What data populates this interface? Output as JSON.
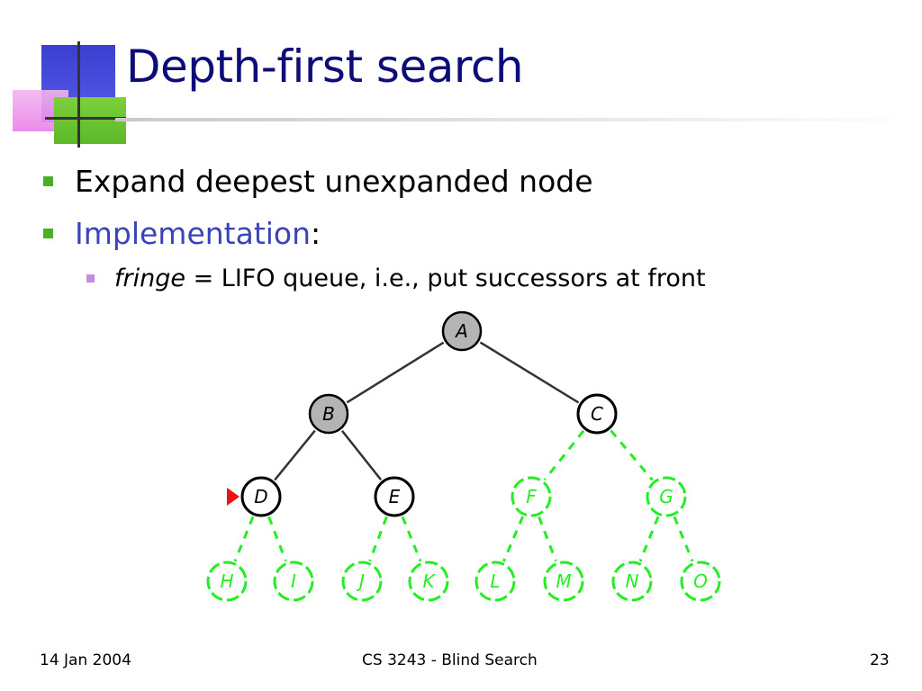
{
  "slide": {
    "title": "Depth-first search",
    "bullets": [
      {
        "text": "Expand deepest unexpanded node"
      },
      {
        "accent": "Implementation",
        "suffix": ":"
      }
    ],
    "sub_bullet": {
      "italic": "fringe",
      "rest": " = LIFO queue, i.e., put successors at front"
    }
  },
  "tree": {
    "nodes": [
      {
        "id": "A",
        "state": "expanded"
      },
      {
        "id": "B",
        "state": "expanded"
      },
      {
        "id": "C",
        "state": "fringe"
      },
      {
        "id": "D",
        "state": "fringe",
        "current": true
      },
      {
        "id": "E",
        "state": "fringe"
      },
      {
        "id": "F",
        "state": "unseen"
      },
      {
        "id": "G",
        "state": "unseen"
      },
      {
        "id": "H",
        "state": "unseen"
      },
      {
        "id": "I",
        "state": "unseen"
      },
      {
        "id": "J",
        "state": "unseen"
      },
      {
        "id": "K",
        "state": "unseen"
      },
      {
        "id": "L",
        "state": "unseen"
      },
      {
        "id": "M",
        "state": "unseen"
      },
      {
        "id": "N",
        "state": "unseen"
      },
      {
        "id": "O",
        "state": "unseen"
      }
    ],
    "edges": [
      {
        "from": "A",
        "to": "B",
        "style": "solid"
      },
      {
        "from": "A",
        "to": "C",
        "style": "solid"
      },
      {
        "from": "B",
        "to": "D",
        "style": "solid"
      },
      {
        "from": "B",
        "to": "E",
        "style": "solid"
      },
      {
        "from": "C",
        "to": "F",
        "style": "dashed"
      },
      {
        "from": "C",
        "to": "G",
        "style": "dashed"
      },
      {
        "from": "D",
        "to": "H",
        "style": "dashed"
      },
      {
        "from": "D",
        "to": "I",
        "style": "dashed"
      },
      {
        "from": "E",
        "to": "J",
        "style": "dashed"
      },
      {
        "from": "E",
        "to": "K",
        "style": "dashed"
      },
      {
        "from": "F",
        "to": "L",
        "style": "dashed"
      },
      {
        "from": "F",
        "to": "M",
        "style": "dashed"
      },
      {
        "from": "G",
        "to": "N",
        "style": "dashed"
      },
      {
        "from": "G",
        "to": "O",
        "style": "dashed"
      }
    ],
    "colors": {
      "expanded_fill": "#b4b4b4",
      "fringe_fill": "#ffffff",
      "unseen_stroke": "#22ee22",
      "node_stroke": "#000000",
      "edge_solid": "#333333",
      "pointer": "#ee1111"
    }
  },
  "footer": {
    "date": "14 Jan 2004",
    "course": "CS 3243 - Blind Search",
    "page": "23"
  },
  "colors": {
    "title": "#0d0d7a",
    "accent_text": "#3a44b8",
    "bullet_l1": "#4caf23",
    "bullet_l2": "#c58de0"
  }
}
